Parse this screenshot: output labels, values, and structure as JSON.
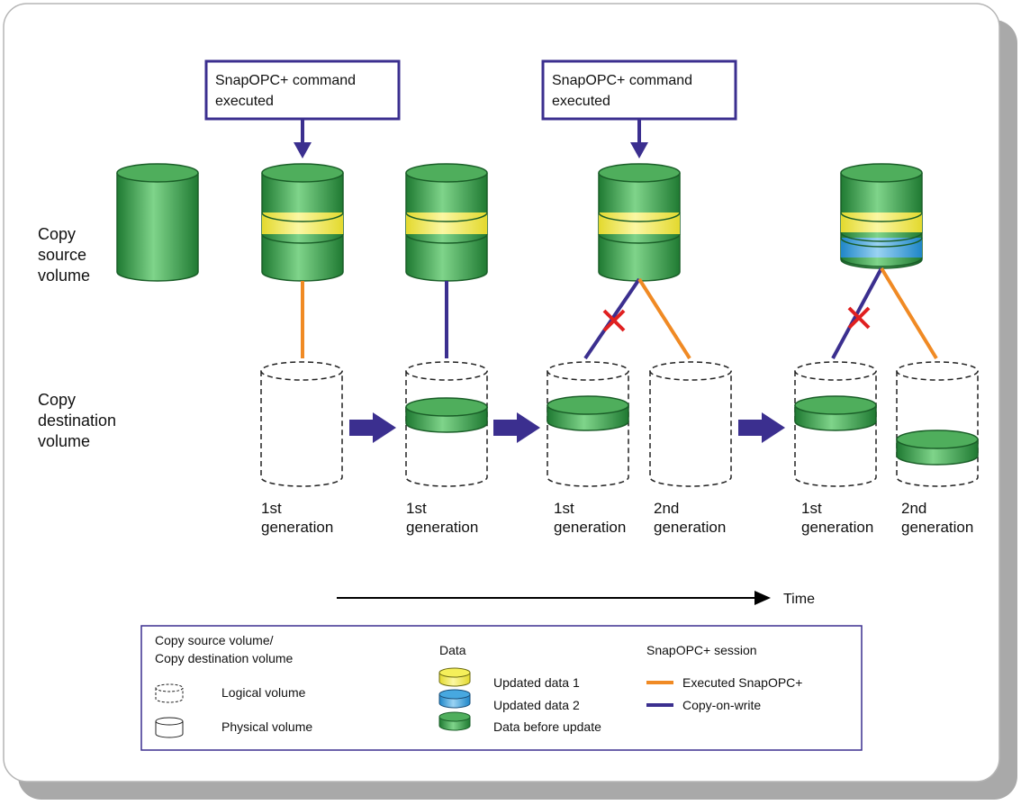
{
  "commands": {
    "first": [
      "SnapOPC+ command",
      "executed"
    ],
    "second": [
      "SnapOPC+ command",
      "executed"
    ]
  },
  "row_labels": {
    "source": [
      "Copy",
      "source",
      "volume"
    ],
    "destination": [
      "Copy",
      "destination",
      "volume"
    ]
  },
  "generations": {
    "g1": [
      "1st",
      "generation"
    ],
    "g2": [
      "1st",
      "generation"
    ],
    "g3a": [
      "1st",
      "generation"
    ],
    "g3b": [
      "2nd",
      "generation"
    ],
    "g4a": [
      "1st",
      "generation"
    ],
    "g4b": [
      "2nd",
      "generation"
    ]
  },
  "time_label": "Time",
  "legend": {
    "volume_header": [
      "Copy source volume/",
      "Copy destination volume"
    ],
    "logical": "Logical volume",
    "physical": "Physical volume",
    "data_header": "Data",
    "updated1": "Updated data 1",
    "updated2": "Updated data 2",
    "before": "Data before update",
    "session_header": "SnapOPC+ session",
    "executed": "Executed SnapOPC+",
    "cow": "Copy-on-write"
  },
  "colors": {
    "green": "#3fa34d",
    "yellow": "#f5ef5a",
    "blue": "#47a8e0",
    "orange": "#f08a24",
    "navy": "#3b2f8f",
    "cross": "#e02020"
  }
}
